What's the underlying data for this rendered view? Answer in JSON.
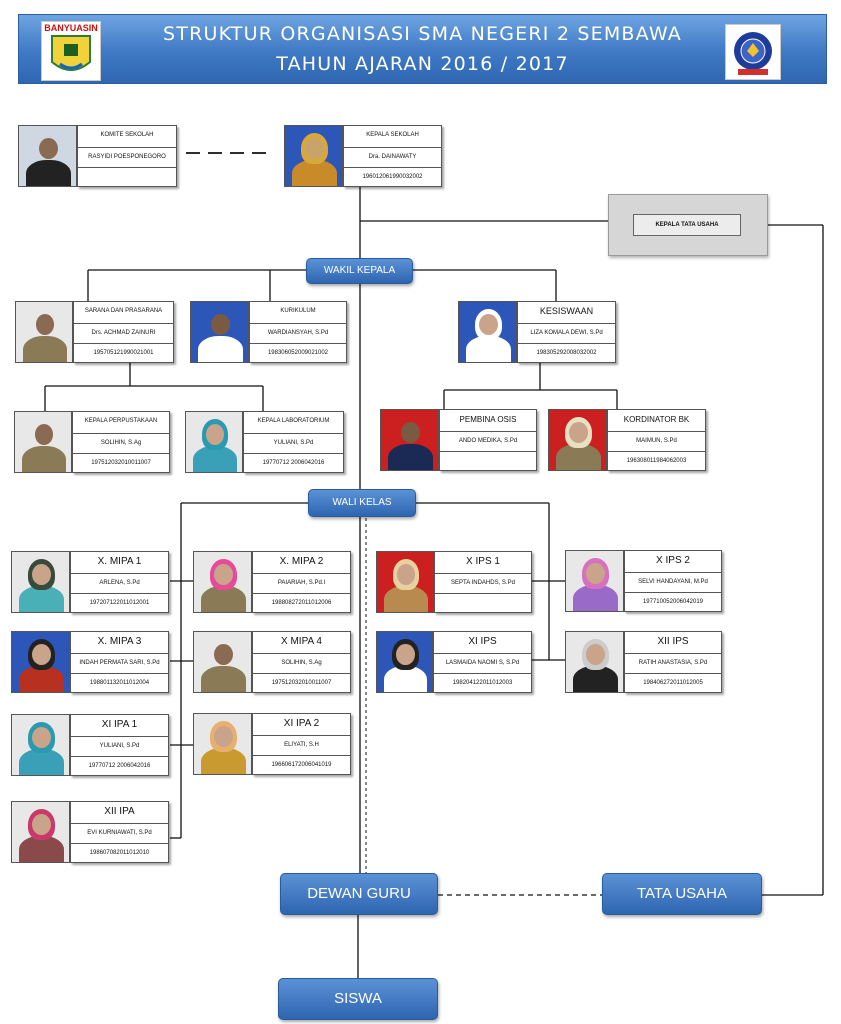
{
  "header": {
    "title_line1": "STRUKTUR ORGANISASI SMA NEGERI 2 SEMBAWA",
    "title_line2": "TAHUN AJARAN 2016 / 2017",
    "logo_left_text": "BANYUASIN"
  },
  "nodes": {
    "wakil_kepala": "WAKIL KEPALA",
    "wali_kelas": "WALI KELAS",
    "dewan_guru": "DEWAN GURU",
    "tata_usaha": "TATA USAHA",
    "siswa": "SISWA",
    "kepala_tata_usaha": "KEPALA TATA USAHA"
  },
  "people": [
    {
      "id": "komite",
      "title": "KOMITE SEKOLAH",
      "name": "RASYIDI POESPONEGORO",
      "nip": ""
    },
    {
      "id": "kepsek",
      "title": "KEPALA SEKOLAH",
      "name": "Dra. DAINAWATY",
      "nip": "196012061990032002"
    },
    {
      "id": "sarpras",
      "title": "SARANA DAN PRASARANA",
      "name": "Drs. ACHMAD ZAINURI",
      "nip": "195705121990021001"
    },
    {
      "id": "kurikulum",
      "title": "KURIKULUM",
      "name": "WARDIANSYAH, S.Pd",
      "nip": "198306052009021002"
    },
    {
      "id": "kesiswaan",
      "title": "KESISWAAN",
      "name": "LIZA KOMALA DEWI, S.Pd",
      "nip": "198305292008032002"
    },
    {
      "id": "perpus",
      "title": "KEPALA PERPUSTAKAAN",
      "name": "SOLIHIN, S.Ag",
      "nip": "197512032010011007"
    },
    {
      "id": "lab",
      "title": "KEPALA LABORATORIUM",
      "name": "YULIANI, S.Pd",
      "nip": "19770712 2006042016"
    },
    {
      "id": "osis",
      "title": "PEMBINA OSIS",
      "name": "ANDO MEDIKA, S.Pd",
      "nip": ""
    },
    {
      "id": "bk",
      "title": "KORDINATOR BK",
      "name": "MAIMUN, S.Pd",
      "nip": "196308011984062003"
    },
    {
      "id": "xmipa1",
      "title": "X. MIPA 1",
      "name": "ARLENA, S.Pd",
      "nip": "197207122011012001"
    },
    {
      "id": "xmipa2",
      "title": "X. MIPA 2",
      "name": "PAIARIAH, S.Pd.I",
      "nip": "198808272011012006"
    },
    {
      "id": "xips1",
      "title": "X IPS 1",
      "name": "SEPTA INDAHDS, S.Pd",
      "nip": ""
    },
    {
      "id": "xips2",
      "title": "X IPS 2",
      "name": "SELVI HANDAYANI, M.Pd",
      "nip": "197710052006042019"
    },
    {
      "id": "xmipa3",
      "title": "X. MIPA 3",
      "name": "INDAH PERMATA SARI, S.Pd",
      "nip": "198801132011012004"
    },
    {
      "id": "xmipa4",
      "title": "X MIPA 4",
      "name": "SOLIHIN, S.Ag",
      "nip": "197512032010011007"
    },
    {
      "id": "xiips",
      "title": "XI IPS",
      "name": "LASMAIDA NAOMI S, S.Pd",
      "nip": "198204122011012003"
    },
    {
      "id": "xiiips",
      "title": "XII IPS",
      "name": "RATIH ANASTASIA, S.Pd",
      "nip": "198406272011012005"
    },
    {
      "id": "xiipa1",
      "title": "XI IPA 1",
      "name": "YULIANI, S.Pd",
      "nip": "19770712 2006042016"
    },
    {
      "id": "xiipa2",
      "title": "XI IPA 2",
      "name": "ELIYATI, S.H",
      "nip": "196606172006041019"
    },
    {
      "id": "xiiipa",
      "title": "XII IPA",
      "name": "EVI KURNIAWATI, S.Pd",
      "nip": "198607082011012010"
    }
  ]
}
